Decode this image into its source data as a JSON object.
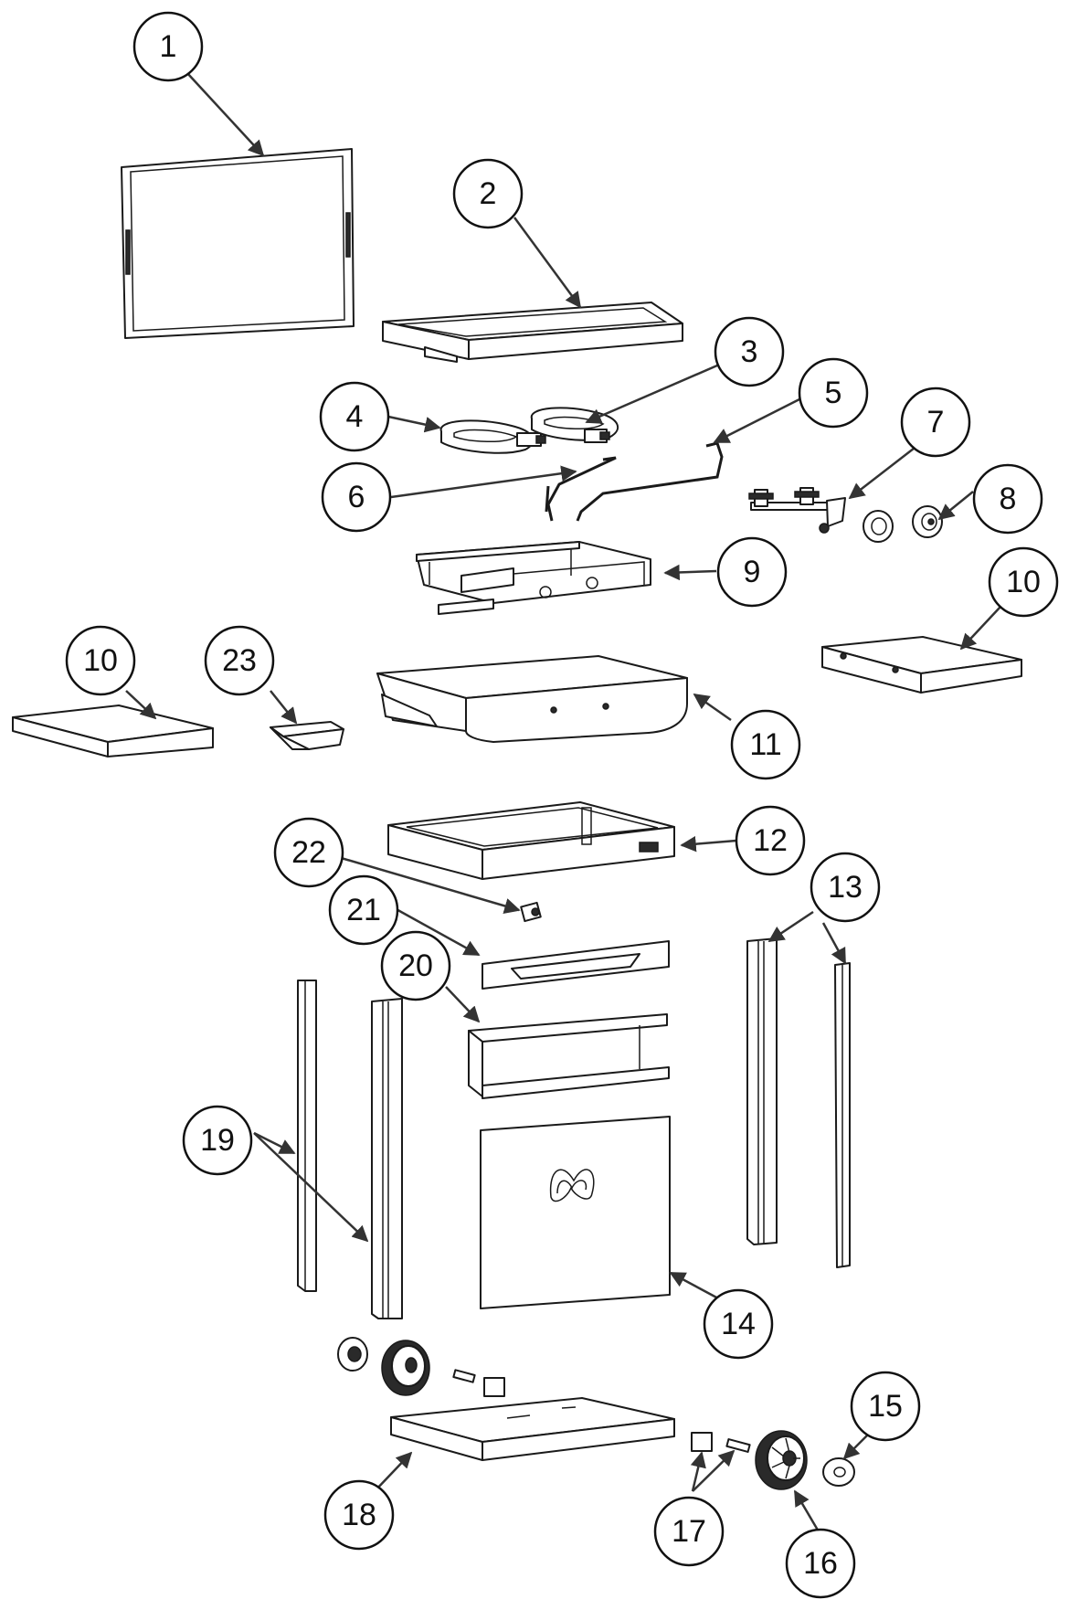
{
  "callouts": [
    "1",
    "2",
    "3",
    "4",
    "5",
    "6",
    "7",
    "8",
    "9",
    "10",
    "10",
    "11",
    "12",
    "13",
    "14",
    "15",
    "16",
    "17",
    "18",
    "19",
    "20",
    "21",
    "22",
    "23"
  ],
  "colors": {
    "line": "#1a1a1a",
    "background": "#ffffff"
  }
}
